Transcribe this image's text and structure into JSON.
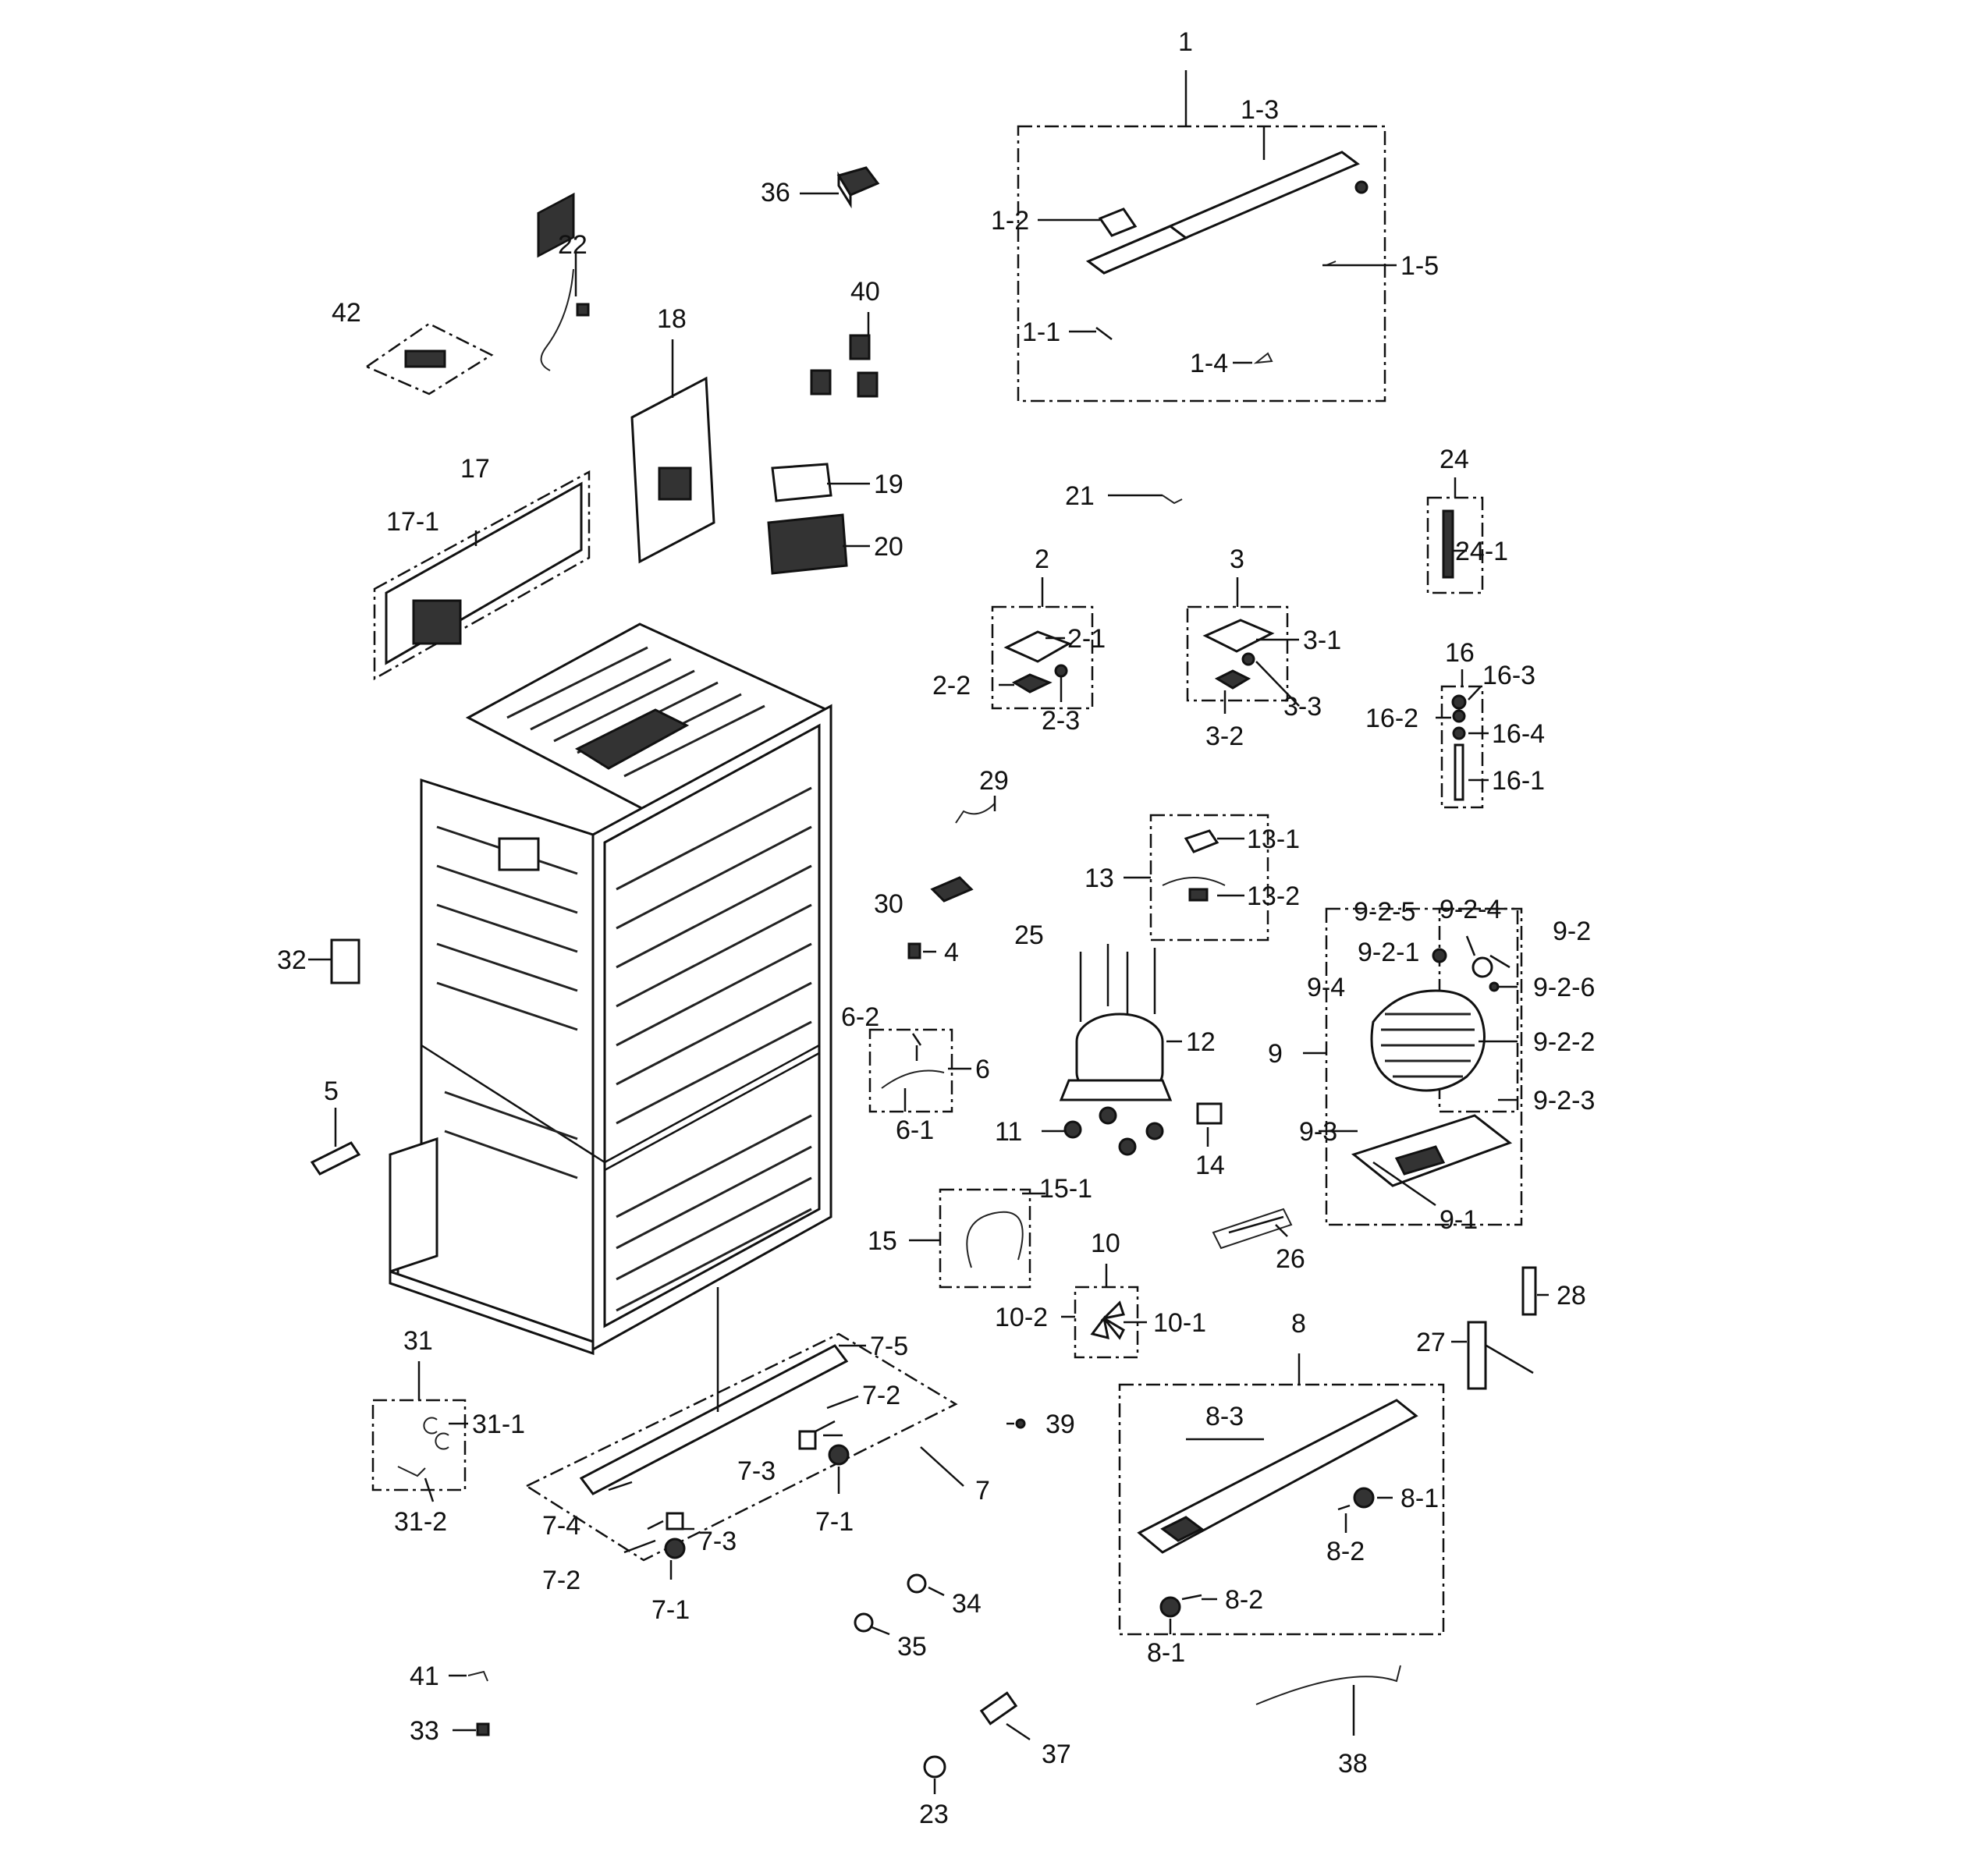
{
  "labels": {
    "l1": "1",
    "l1_1": "1-1",
    "l1_2": "1-2",
    "l1_3": "1-3",
    "l1_4": "1-4",
    "l1_5": "1-5",
    "l2": "2",
    "l2_1": "2-1",
    "l2_2": "2-2",
    "l2_3": "2-3",
    "l3": "3",
    "l3_1": "3-1",
    "l3_2": "3-2",
    "l3_3": "3-3",
    "l4": "4",
    "l5": "5",
    "l6": "6",
    "l6_1": "6-1",
    "l6_2": "6-2",
    "l7": "7",
    "l7_1a": "7-1",
    "l7_1b": "7-1",
    "l7_2a": "7-2",
    "l7_2b": "7-2",
    "l7_3a": "7-3",
    "l7_3b": "7-3",
    "l7_4": "7-4",
    "l7_5": "7-5",
    "l8": "8",
    "l8_1a": "8-1",
    "l8_1b": "8-1",
    "l8_2a": "8-2",
    "l8_2b": "8-2",
    "l8_3": "8-3",
    "l9": "9",
    "l9_1": "9-1",
    "l9_2": "9-2",
    "l9_2_1": "9-2-1",
    "l9_2_2": "9-2-2",
    "l9_2_3": "9-2-3",
    "l9_2_4": "9-2-4",
    "l9_2_5": "9-2-5",
    "l9_2_6": "9-2-6",
    "l9_3": "9-3",
    "l9_4": "9-4",
    "l10": "10",
    "l10_1": "10-1",
    "l10_2": "10-2",
    "l11": "11",
    "l12": "12",
    "l13": "13",
    "l13_1": "13-1",
    "l13_2": "13-2",
    "l14": "14",
    "l15": "15",
    "l15_1": "15-1",
    "l16": "16",
    "l16_1": "16-1",
    "l16_2": "16-2",
    "l16_3": "16-3",
    "l16_4": "16-4",
    "l17": "17",
    "l17_1": "17-1",
    "l18": "18",
    "l19": "19",
    "l20": "20",
    "l21": "21",
    "l22": "22",
    "l23": "23",
    "l24": "24",
    "l24_1": "24-1",
    "l25": "25",
    "l26": "26",
    "l27": "27",
    "l28": "28",
    "l29": "29",
    "l30": "30",
    "l31": "31",
    "l31_1": "31-1",
    "l31_2": "31-2",
    "l32": "32",
    "l33": "33",
    "l34": "34",
    "l35": "35",
    "l36": "36",
    "l37": "37",
    "l38": "38",
    "l39": "39",
    "l40": "40",
    "l41": "41",
    "l42": "42"
  }
}
